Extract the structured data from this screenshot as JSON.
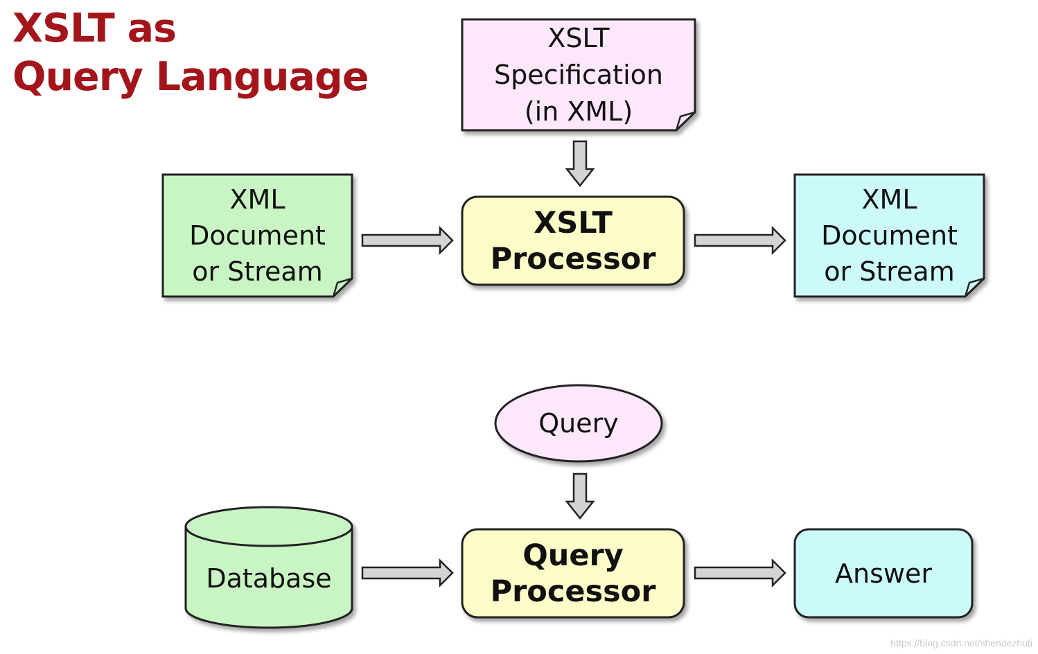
{
  "title": {
    "line1": "XSLT as",
    "line2": "Query Language"
  },
  "colors": {
    "title": "#a3151b",
    "spec_fill": "#fde7fa",
    "xml_input_fill": "#c9f5c4",
    "processor_fill": "#fdfdc9",
    "xml_output_fill": "#ccfafa",
    "query_fill": "#fde7fa",
    "database_fill": "#c9f5c4",
    "answer_fill": "#ccfafa"
  },
  "top_flow": {
    "spec": {
      "line1": "XSLT",
      "line2": "Specification",
      "line3": "(in XML)"
    },
    "input": {
      "line1": "XML",
      "line2": "Document",
      "line3": "or Stream"
    },
    "processor": {
      "line1": "XSLT",
      "line2": "Processor"
    },
    "output": {
      "line1": "XML",
      "line2": "Document",
      "line3": "or Stream"
    }
  },
  "bottom_flow": {
    "query": "Query",
    "database": "Database",
    "processor": {
      "line1": "Query",
      "line2": "Processor"
    },
    "answer": "Answer"
  },
  "watermark": "https://blog.csdn.net/shendezhuti"
}
